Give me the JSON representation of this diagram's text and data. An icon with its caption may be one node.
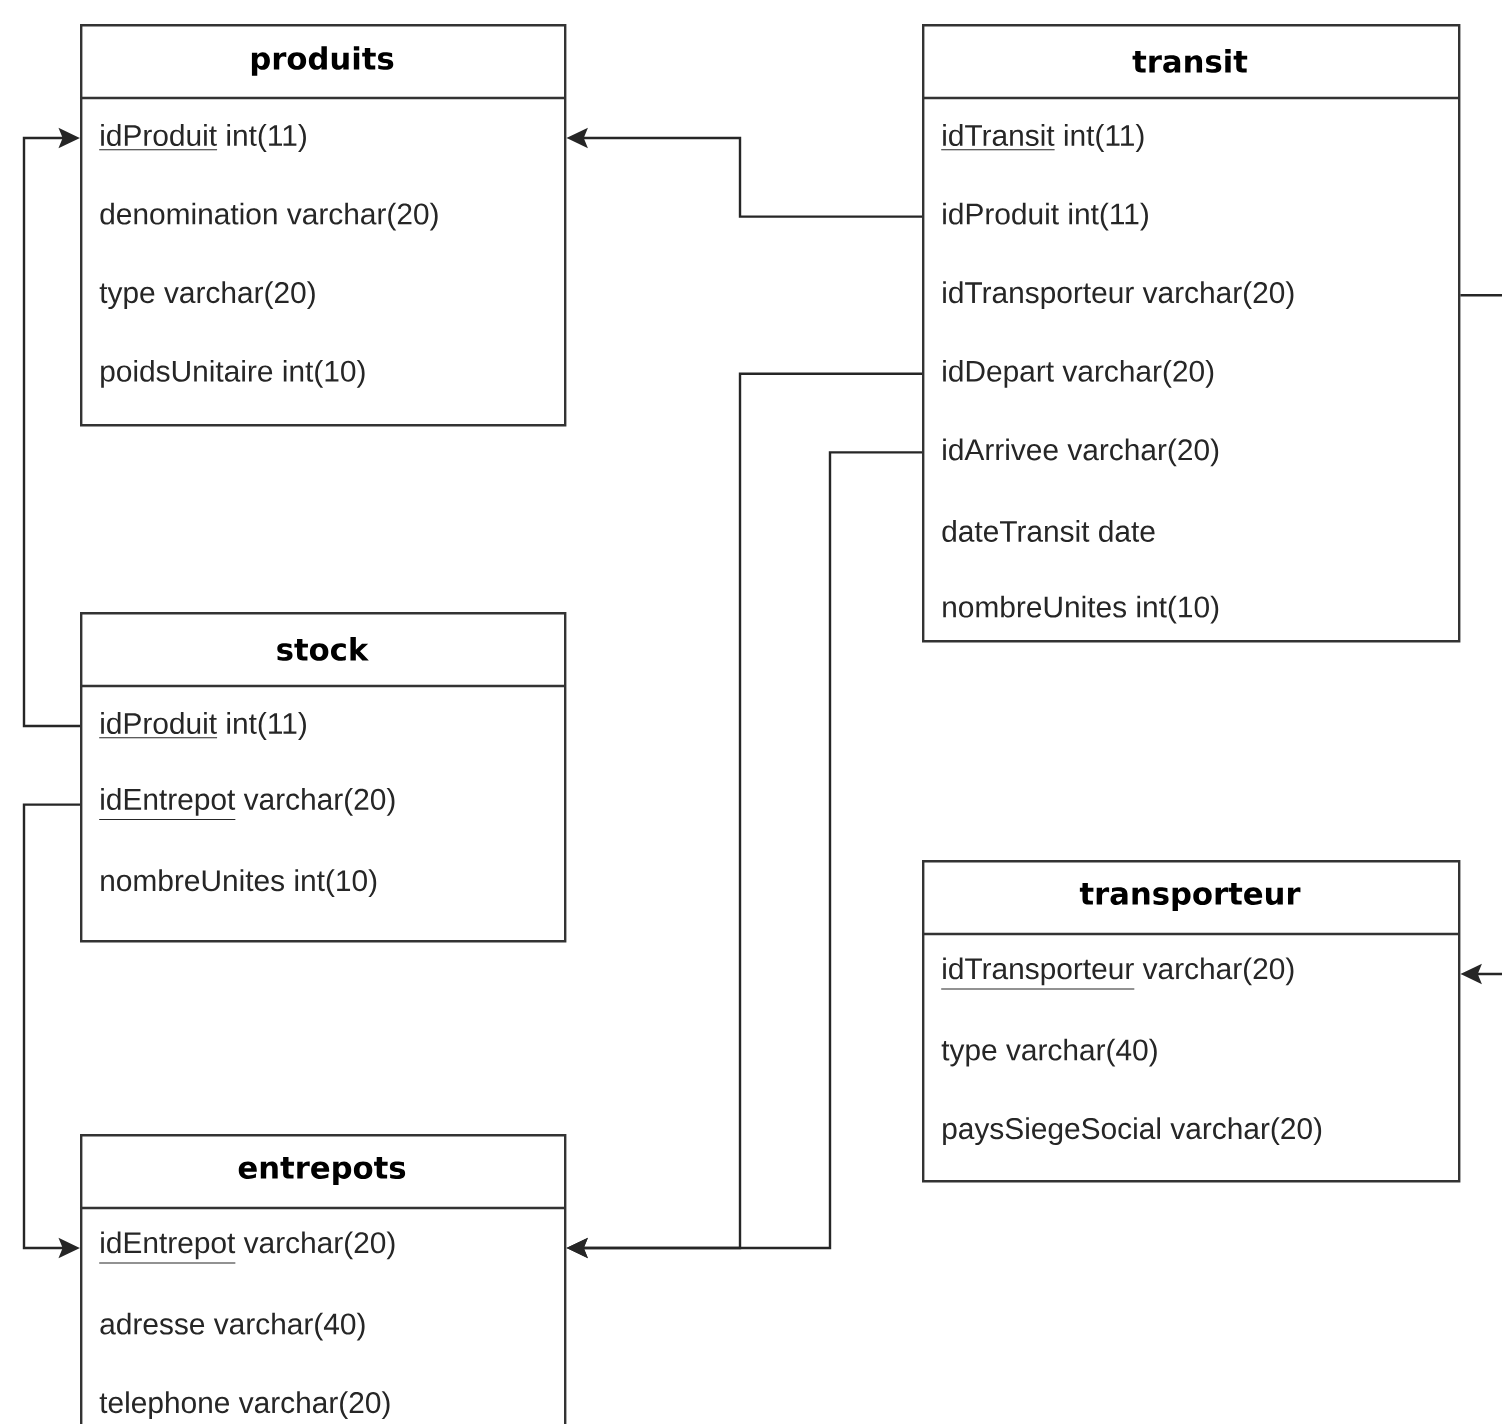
{
  "diagram": {
    "nodes": [
      {
        "text": [
          "produits",
          "idProduit",
          "int(11)",
          "denomination",
          "varchar(20)",
          "type",
          "varchar(20)",
          "poidsUnitaire",
          "int(10)"
        ]
      },
      {
        "text": [
          "transit",
          "idTransit",
          "int(11)",
          "idProduit",
          "int(11)",
          "idTransporteur",
          "varchar(20)",
          "idDepart",
          "varchar(20)",
          "idArrivee",
          "varchar(20)",
          "dateTransit",
          "date",
          "nombreUnites",
          "int(10)"
        ]
      },
      {
        "text": [
          "stock",
          "idProduit",
          "int(11)",
          "idEntrepot",
          "varchar(20)",
          "nombreUnites",
          "int(10)"
        ]
      },
      {
        "text": [
          "transporteur",
          "idTransporteur",
          "varchar(20)",
          "type",
          "varchar(40)",
          "paysSiegeSocial",
          "varchar(20)"
        ]
      },
      {
        "text": [
          "entrepots",
          "idEntrepot",
          "varchar(20)",
          "adresse",
          "varchar(40)",
          "telephone",
          "varchar(20)"
        ]
      }
    ],
    "edges": [
      {
        "from": 1,
        "to": 0,
        "arrow": "to"
      },
      {
        "from": 2,
        "to": 0,
        "arrow": "to"
      },
      {
        "from": 2,
        "to": 4,
        "arrow": "to"
      },
      {
        "from": 1,
        "to": 4,
        "arrow": "to"
      },
      {
        "from": 1,
        "to": 4,
        "arrow": "to"
      },
      {
        "from": 1,
        "to": null,
        "arrow": "none"
      },
      {
        "from": null,
        "to": 3,
        "arrow": "to"
      }
    ]
  }
}
